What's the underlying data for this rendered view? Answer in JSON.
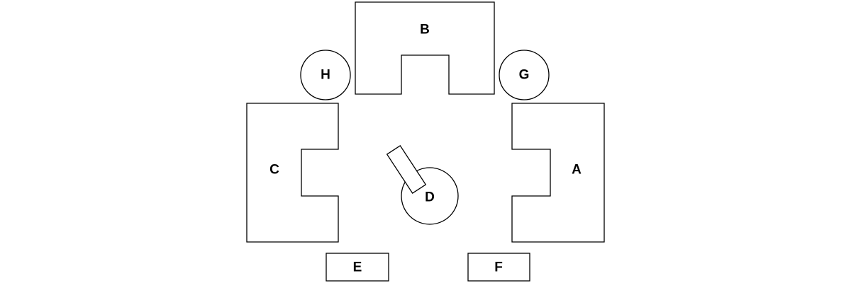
{
  "labels": {
    "a": "A",
    "b": "B",
    "c": "C",
    "d": "D",
    "e": "E",
    "f": "F",
    "g": "G",
    "h": "H"
  }
}
